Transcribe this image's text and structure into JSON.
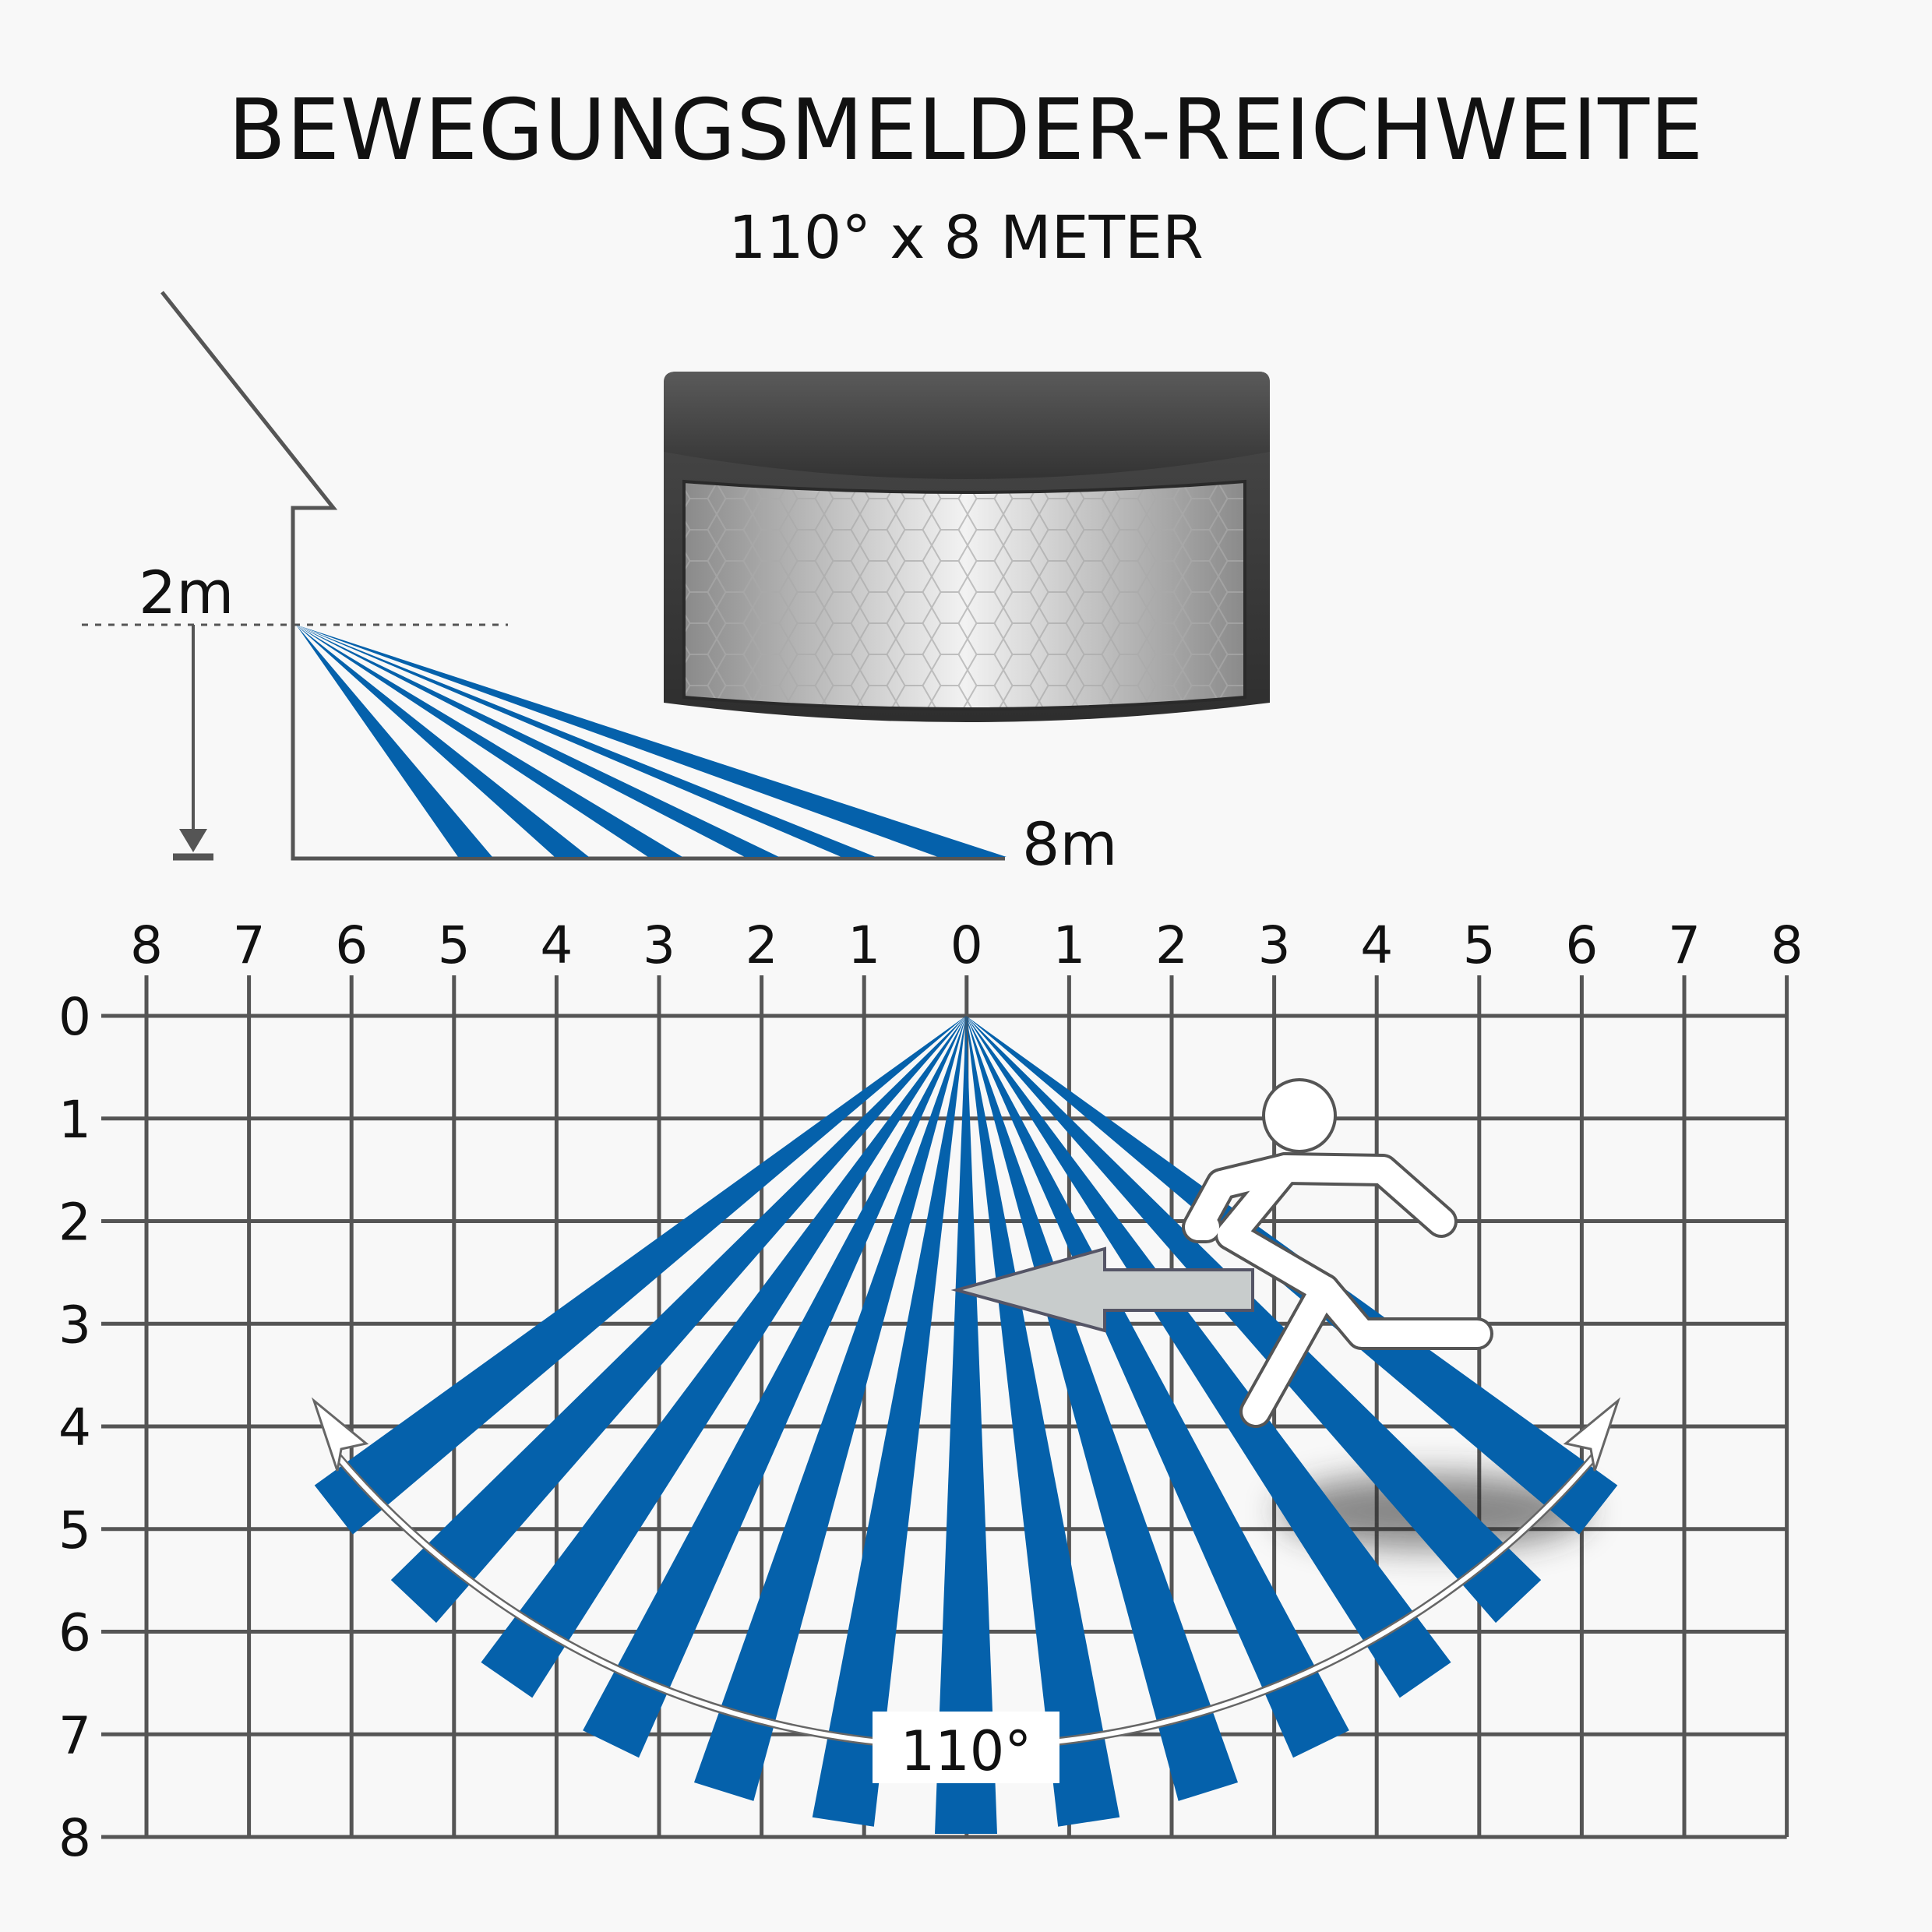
{
  "title": "BEWEGUNGSMELDER-REICHWEITE",
  "subtitle": "110° x 8 METER",
  "side_view": {
    "height_label": "2m",
    "range_label": "8m",
    "mount_height_m": 2,
    "range_m": 8
  },
  "top_view": {
    "angle_label": "110°",
    "detection_angle_deg": 110,
    "range_m": 8,
    "x_labels": [
      "8",
      "7",
      "6",
      "5",
      "4",
      "3",
      "2",
      "1",
      "0",
      "1",
      "2",
      "3",
      "4",
      "5",
      "6",
      "7",
      "8"
    ],
    "y_labels": [
      "0",
      "1",
      "2",
      "3",
      "4",
      "5",
      "6",
      "7",
      "8"
    ]
  },
  "colors": {
    "beam": "#0561ab",
    "grid": "#555555",
    "background": "#f8f8f8",
    "housing": "#3c3c3c",
    "arrow": "#c8cccc"
  },
  "icons": {
    "sensor": "motion-sensor-device",
    "person": "running-person-icon",
    "direction": "left-arrow-icon",
    "ground": "ground-symbol-icon"
  }
}
